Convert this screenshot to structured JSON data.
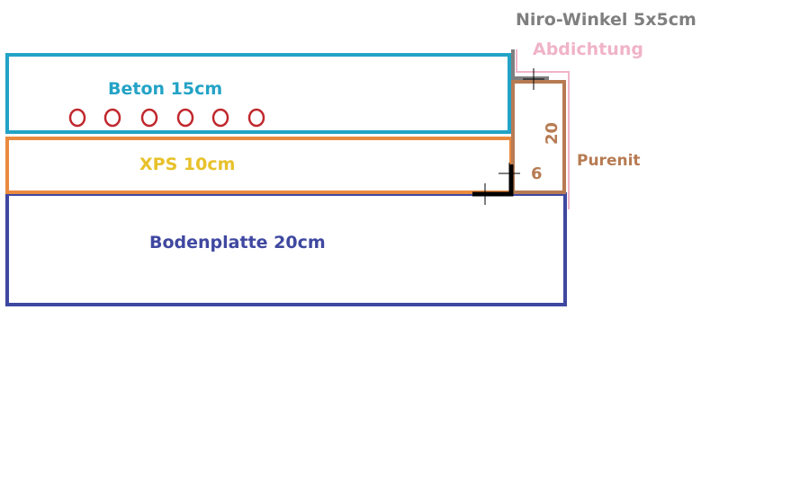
{
  "labels": {
    "niro_winkel": "Niro-Winkel 5x5cm",
    "abdichtung": "Abdichtung",
    "beton": "Beton 15cm",
    "xps": "XPS 10cm",
    "bodenplatte": "Bodenplatte 20cm",
    "purenit": "Purenit",
    "purenit_height": "20",
    "purenit_width": "6"
  },
  "colors": {
    "beton": "#23a3c6",
    "xps": "#ea8a3f",
    "bodenplatte": "#3f48a0",
    "purenit": "#b77b53",
    "abdichtung": "#f0b3c8",
    "niro_winkel": "#7f7f7f",
    "heating_pipes": "#c0282d",
    "corner_angle": "#000000"
  },
  "heating_pipes": {
    "count": 6,
    "icon": "pipe-circle-icon"
  }
}
